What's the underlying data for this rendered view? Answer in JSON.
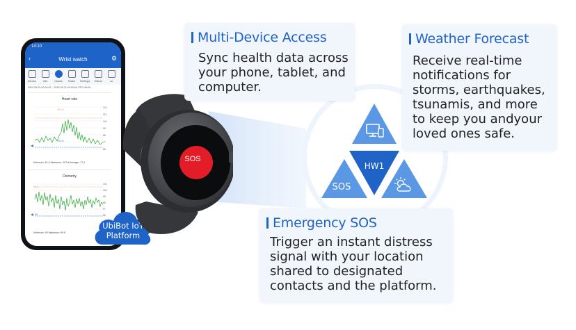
{
  "cards": {
    "multi_device": {
      "title": "Multi-Device Access",
      "desc": "Sync health data across\nyour phone, tablet, and\ncomputer."
    },
    "weather": {
      "title": "Weather Forecast",
      "desc": "Receive real-time\nnotifications for\nstorms, earthquakes,\n tsunamis, and more\nto keep you andyour\nloved ones safe."
    },
    "sos": {
      "title": "Emergency SOS",
      "desc": "Trigger an instant distress\nsignal with your location\nshared to designated\ncontacts and the platform."
    }
  },
  "cloud_badge": {
    "line1": "UbiBot IoT",
    "line2": "Platform"
  },
  "watch": {
    "screen_label": "SOS"
  },
  "triangles": {
    "center": "HW1",
    "left": "SOS"
  },
  "phone": {
    "time": "14:10",
    "title": "Wrist watch",
    "tabs": [
      "Device",
      "Info",
      "Charts",
      "Rules",
      "Settings",
      "Virtual",
      "Lo"
    ],
    "date_range": "2024-09-20 00:00:00 ~ 2024-09-21 00:00:00 UTC+08:00",
    "heart": {
      "title": "Heart rate",
      "peak": "107.6",
      "low": "61.6",
      "stats": "Minimum: 61.6    Maximum: 107.6    Average: 77.1",
      "yticks": [
        "122",
        "113",
        "104",
        "95",
        "86",
        "77",
        "68",
        "59"
      ]
    },
    "oxi": {
      "title": "Oximetry",
      "peak": "99.8",
      "low": "95",
      "stats": "Minimum: 95    Maximum: 99.8",
      "yticks": [
        "101",
        "100",
        "99",
        "98",
        "97",
        "96",
        "95",
        "94"
      ]
    }
  }
}
